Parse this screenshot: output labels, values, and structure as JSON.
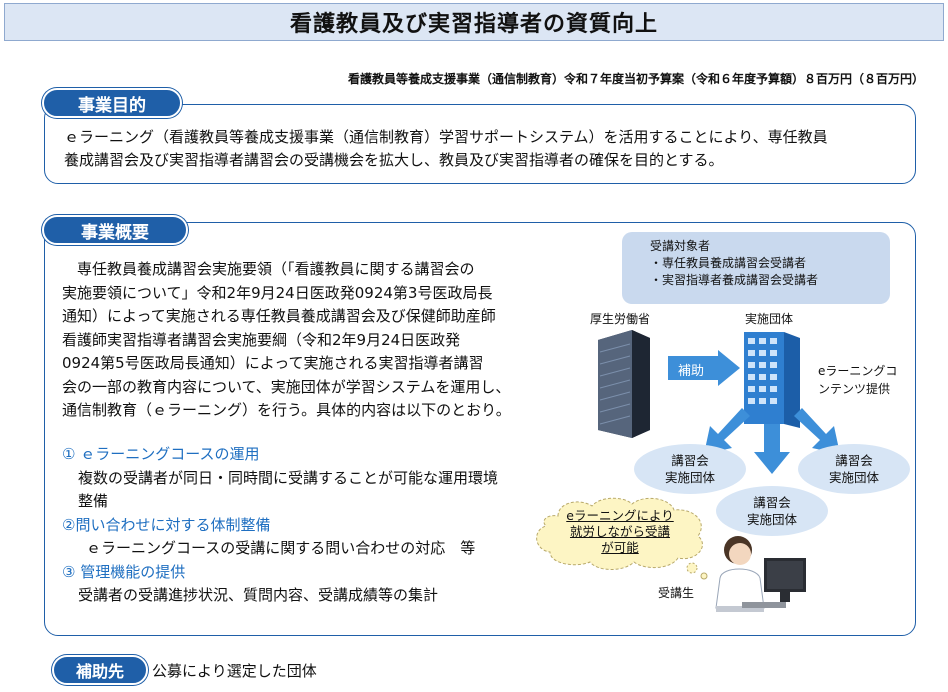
{
  "title": "看護教員及び実習指導者の資質向上",
  "budget_line": "看護教員等養成支援事業（通信制教育）令和７年度当初予算案（令和６年度予算額）８百万円（８百万円）",
  "purpose": {
    "label": "事業目的",
    "line1": "ｅラーニング（看護教員等養成支援事業（通信制教育）学習サポートシステム）を活用することにより、専任教員",
    "line2": "養成講習会及び実習指導者講習会の受講機会を拡大し、教員及び実習指導者の確保を目的とする。"
  },
  "overview": {
    "label": "事業概要",
    "lines": [
      "　専任教員養成講習会実施要領（「看護教員に関する講習会の",
      "実施要領について」令和2年9月24日医政発0924第3号医政局長",
      "通知）によって実施される専任教員養成講習会及び保健師助産師",
      "看護師実習指導者講習会実施要綱（令和2年9月24日医政発",
      "0924第5号医政局長通知）によって実施される実習指導者講習",
      "会の一部の教育内容について、実施団体が学習システムを運用し、",
      "通信制教育（ｅラーニング）を行う。具体的内容は以下のとおり。"
    ],
    "items": [
      {
        "head": "①  ｅラーニングコースの運用",
        "body1": "複数の受講者が同日・同時間に受講することが可能な運用環境",
        "body2": "整備"
      },
      {
        "head": "②問い合わせに対する体制整備",
        "body1": "ｅラーニングコースの受講に関する問い合わせの対応　等"
      },
      {
        "head": "③ 管理機能の提供",
        "body1": "受講者の受講進捗状況、質問内容、受講成績等の集計"
      }
    ]
  },
  "diagram": {
    "target_title": "受講対象者",
    "target_1": "・専任教員養成講習会受講者",
    "target_2": "・実習指導者養成講習会受講者",
    "ministry": "厚生労働省",
    "implementer": "実施団体",
    "subsidy_arrow": "補助",
    "elearning_1": "eラーニングコ",
    "elearning_2": "ンテンツ提供",
    "course_1": "講習会",
    "course_2": "実施団体",
    "cloud_1": "eラーニングにより",
    "cloud_2": "就労しながら受講",
    "cloud_3": "が可能",
    "student": "受講生"
  },
  "recipient": {
    "label": "補助先",
    "text": "公募により選定した団体"
  },
  "colors": {
    "accent": "#1f5fa8",
    "item_head": "#1f6fc1",
    "bubble": "#d7e5f5",
    "arrow": "#3d8fd9"
  }
}
